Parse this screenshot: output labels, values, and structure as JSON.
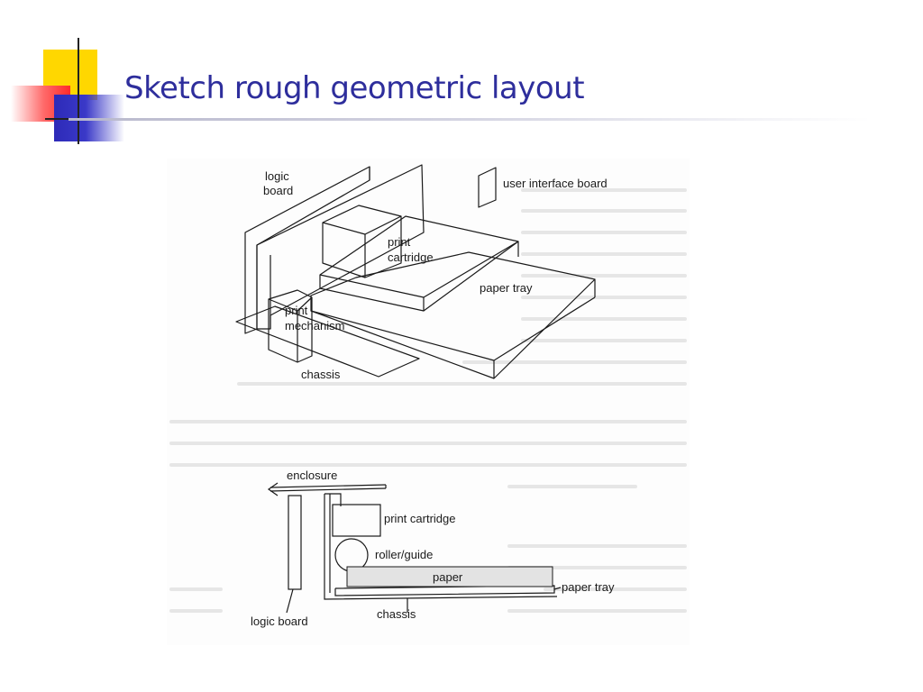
{
  "slide": {
    "title": "Sketch rough geometric layout"
  },
  "figure_top": {
    "labels": {
      "logic_board_line1": "logic",
      "logic_board_line2": "board",
      "user_interface_board": "user interface board",
      "print_cartridge_line1": "print",
      "print_cartridge_line2": "cartridge",
      "paper_tray": "paper tray",
      "print_mechanism_line1": "print",
      "print_mechanism_line2": "mechanism",
      "chassis": "chassis"
    }
  },
  "figure_bottom": {
    "labels": {
      "enclosure": "enclosure",
      "print_cartridge": "print cartridge",
      "roller_guide": "roller/guide",
      "paper": "paper",
      "paper_tray": "paper tray",
      "chassis": "chassis",
      "logic_board": "logic board"
    }
  },
  "colors": {
    "title": "#2e2e9c",
    "deco_yellow": "#ffd700",
    "deco_red": "#ff2a2a",
    "deco_blue": "#2d2ab8"
  }
}
